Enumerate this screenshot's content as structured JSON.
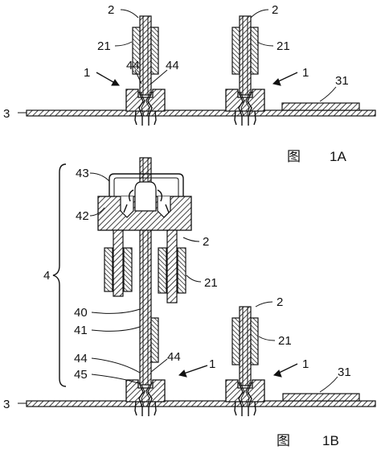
{
  "figure_1a": {
    "caption_char": "图",
    "caption_num": "1A",
    "labels": {
      "ref_2_left": "2",
      "ref_2_right": "2",
      "ref_21_left": "21",
      "ref_21_right": "21",
      "ref_1_left": "1",
      "ref_1_right": "1",
      "ref_44_left": "44",
      "ref_44_right": "44",
      "ref_31": "31",
      "ref_3": "3"
    }
  },
  "figure_1b": {
    "caption_char": "图",
    "caption_num": "1B",
    "labels": {
      "ref_43": "43",
      "ref_42": "42",
      "ref_2_upper": "2",
      "ref_21_upper": "21",
      "ref_4": "4",
      "ref_40": "40",
      "ref_41": "41",
      "ref_44_left": "44",
      "ref_44_right": "44",
      "ref_45": "45",
      "ref_1_left": "1",
      "ref_1_right": "1",
      "ref_2_right": "2",
      "ref_21_right": "21",
      "ref_31": "31",
      "ref_3": "3"
    }
  },
  "colors": {
    "ink": "#111111",
    "paper": "#ffffff"
  }
}
